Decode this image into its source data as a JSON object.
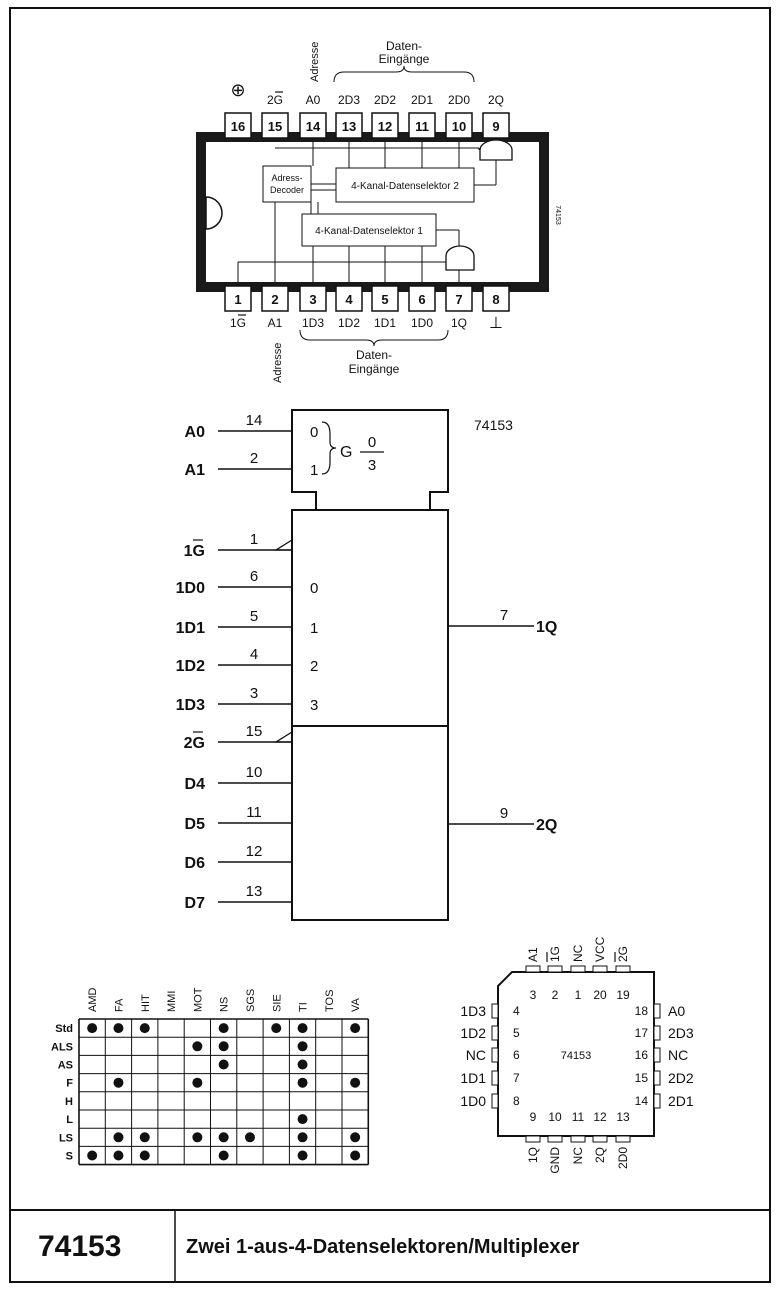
{
  "top_dip": {
    "top_pins": [
      "16",
      "15",
      "14",
      "13",
      "12",
      "11",
      "10",
      "9"
    ],
    "bottom_pins": [
      "1",
      "2",
      "3",
      "4",
      "5",
      "6",
      "7",
      "8"
    ],
    "top_labels": [
      "⊕",
      "2G",
      "A0",
      "2D3",
      "2D2",
      "2D1",
      "2D0",
      "2Q"
    ],
    "bottom_labels": [
      "1G",
      "A1",
      "1D3",
      "1D2",
      "1D1",
      "1D0",
      "1Q",
      "⊥"
    ],
    "top_overbar": [
      false,
      true,
      false,
      false,
      false,
      false,
      false,
      false
    ],
    "bottom_overbar": [
      true,
      false,
      false,
      false,
      false,
      false,
      false,
      false
    ],
    "adresse_top": "Adresse",
    "adresse_bottom": "Adresse",
    "daten_line1": "Daten-",
    "daten_line2": "Eingänge",
    "decoder_line1": "Adress-",
    "decoder_line2": "Decoder",
    "selector2": "4-Kanal-Datenselektor 2",
    "selector1": "4-Kanal-Datenselektor 1",
    "chip_code": "74153"
  },
  "logic_symbol": {
    "part": "74153",
    "control_inputs": [
      {
        "name": "A0",
        "pin": "14",
        "index": "0"
      },
      {
        "name": "A1",
        "pin": "2",
        "index": "1"
      }
    ],
    "g_label": "G",
    "g_num": "0",
    "g_den": "3",
    "section1": {
      "enable": {
        "name": "1G",
        "pin": "1"
      },
      "inputs": [
        {
          "name": "1D0",
          "pin": "6",
          "index": "0"
        },
        {
          "name": "1D1",
          "pin": "5",
          "index": "1"
        },
        {
          "name": "1D2",
          "pin": "4",
          "index": "2"
        },
        {
          "name": "1D3",
          "pin": "3",
          "index": "3"
        }
      ],
      "output": {
        "name": "1Q",
        "pin": "7"
      }
    },
    "section2": {
      "enable": {
        "name": "2G",
        "pin": "15"
      },
      "inputs": [
        {
          "name": "D4",
          "pin": "10"
        },
        {
          "name": "D5",
          "pin": "11"
        },
        {
          "name": "D6",
          "pin": "12"
        },
        {
          "name": "D7",
          "pin": "13"
        }
      ],
      "output": {
        "name": "2Q",
        "pin": "9"
      }
    }
  },
  "manufacturer_table": {
    "columns": [
      "AMD",
      "FA",
      "HIT",
      "MMI",
      "MOT",
      "NS",
      "SGS",
      "SIE",
      "TI",
      "TOS",
      "VA"
    ],
    "rows": [
      {
        "label": "Std",
        "dots": [
          1,
          1,
          1,
          0,
          0,
          1,
          0,
          1,
          1,
          0,
          1
        ]
      },
      {
        "label": "ALS",
        "dots": [
          0,
          0,
          0,
          0,
          1,
          1,
          0,
          0,
          1,
          0,
          0
        ]
      },
      {
        "label": "AS",
        "dots": [
          0,
          0,
          0,
          0,
          0,
          1,
          0,
          0,
          1,
          0,
          0
        ]
      },
      {
        "label": "F",
        "dots": [
          0,
          1,
          0,
          0,
          1,
          0,
          0,
          0,
          1,
          0,
          1
        ]
      },
      {
        "label": "H",
        "dots": [
          0,
          0,
          0,
          0,
          0,
          0,
          0,
          0,
          0,
          0,
          0
        ]
      },
      {
        "label": "L",
        "dots": [
          0,
          0,
          0,
          0,
          0,
          0,
          0,
          0,
          1,
          0,
          0
        ]
      },
      {
        "label": "LS",
        "dots": [
          0,
          1,
          1,
          0,
          1,
          1,
          1,
          0,
          1,
          0,
          1
        ]
      },
      {
        "label": "S",
        "dots": [
          1,
          1,
          1,
          0,
          0,
          1,
          0,
          0,
          1,
          0,
          1
        ]
      }
    ]
  },
  "plcc": {
    "part": "74153",
    "top_pins": [
      {
        "num": "3",
        "label": "A1",
        "overbar": false
      },
      {
        "num": "2",
        "label": "1G",
        "overbar": true
      },
      {
        "num": "1",
        "label": "NC",
        "overbar": false
      },
      {
        "num": "20",
        "label": "VCC",
        "overbar": false
      },
      {
        "num": "19",
        "label": "2G",
        "overbar": true
      }
    ],
    "left_pins": [
      {
        "num": "4",
        "label": "1D3"
      },
      {
        "num": "5",
        "label": "1D2"
      },
      {
        "num": "6",
        "label": "NC"
      },
      {
        "num": "7",
        "label": "1D1"
      },
      {
        "num": "8",
        "label": "1D0"
      }
    ],
    "right_pins": [
      {
        "num": "18",
        "label": "A0"
      },
      {
        "num": "17",
        "label": "2D3"
      },
      {
        "num": "16",
        "label": "NC"
      },
      {
        "num": "15",
        "label": "2D2"
      },
      {
        "num": "14",
        "label": "2D1"
      }
    ],
    "bottom_pins": [
      {
        "num": "9",
        "label": "1Q"
      },
      {
        "num": "10",
        "label": "GND"
      },
      {
        "num": "11",
        "label": "NC"
      },
      {
        "num": "12",
        "label": "2Q"
      },
      {
        "num": "13",
        "label": "2D0"
      }
    ]
  },
  "footer": {
    "number": "74153",
    "title": "Zwei 1-aus-4-Datenselektoren/Multiplexer"
  }
}
